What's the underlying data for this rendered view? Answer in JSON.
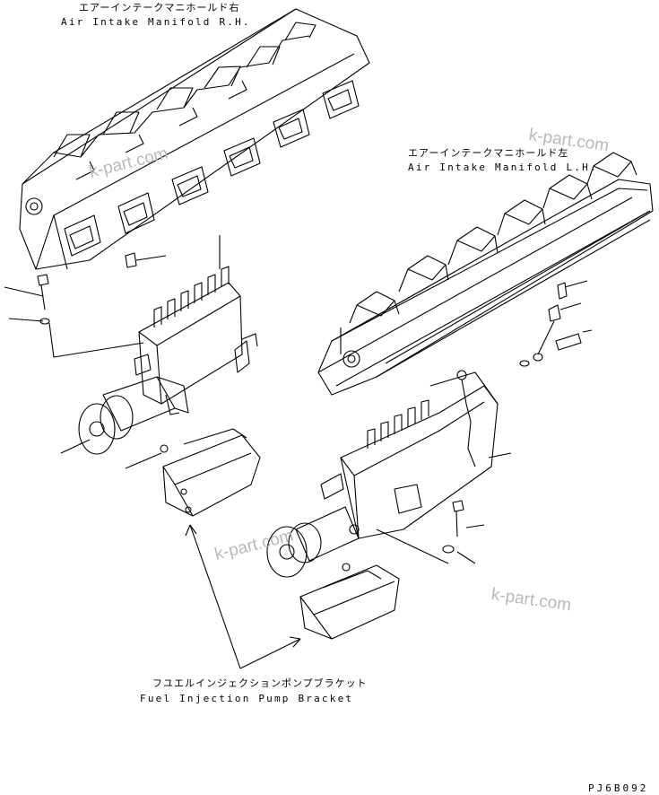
{
  "labels": {
    "manifold_rh_jp": "エアーインテークマニホールド右",
    "manifold_rh_en": "Air Intake Manifold R.H.",
    "manifold_lh_jp": "エアーインテークマニホールド左",
    "manifold_lh_en": "Air Intake Manifold L.H.",
    "bracket_jp": "フユエルインジェクションポンプブラケット",
    "bracket_en": "Fuel Injection Pump Bracket"
  },
  "watermarks": [
    "k-part.com",
    "k-part.com",
    "k-part.com",
    "k-part.com"
  ],
  "drawing_code": "PJ6B092",
  "colors": {
    "line": "#000000",
    "watermark": "#b8b8b8",
    "background": "#ffffff"
  }
}
